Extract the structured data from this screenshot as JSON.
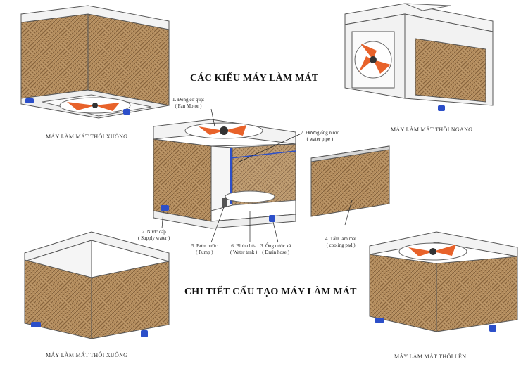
{
  "titles": {
    "types": "CÁC KIỂU MÁY LÀM MÁT",
    "structure": "CHI TIẾT CẤU TẠO MÁY LÀM MÁT"
  },
  "captions": {
    "top_left": "MÁY LÀM MÁT THỔI XUỐNG",
    "top_right": "MÁY LÀM MÁT THỔI NGANG",
    "bottom_left": "MÁY LÀM MÁT THỔI XUỐNG",
    "bottom_right": "MÁY LÀM MÁT THỔI LÊN"
  },
  "parts": [
    {
      "vi": "1. Động cơ quạt",
      "en": "( Fan Motor )"
    },
    {
      "vi": "2. Nước cấp",
      "en": "( Supply water )"
    },
    {
      "vi": "3. Ống nước xả",
      "en": "( Drain hose )"
    },
    {
      "vi": "4. Tấm làm mát",
      "en": "( cooling pad )"
    },
    {
      "vi": "5. Bơm nước",
      "en": "( Pump )"
    },
    {
      "vi": "6. Bình chứa",
      "en": "( Water tank )"
    },
    {
      "vi": "7. Đường ống nước",
      "en": "( water pipe )"
    }
  ],
  "colors": {
    "pad": "#b08a5c",
    "pad_line": "#7a5a36",
    "casing": "#f2f2f2",
    "outline": "#555555",
    "fan": "#e8622a",
    "fitting": "#2c4fc9"
  }
}
